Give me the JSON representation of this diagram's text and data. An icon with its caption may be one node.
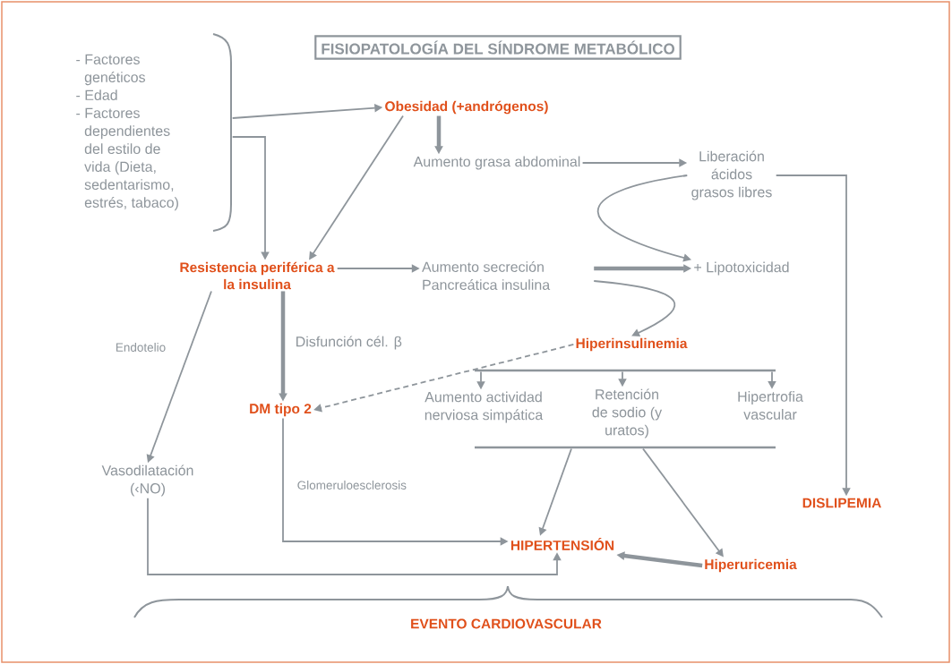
{
  "diagram": {
    "title": "FISIOPATOLOGÍA DEL SÍNDROME METABÓLICO",
    "nodes": [
      {
        "text": [
          "- Factores genéticos",
          "- Edad",
          "- Factores dependientes del estilo de vida (Dieta, sedentarismo, estrés, tabaco)"
        ]
      },
      {
        "text": [
          "Obesidad (+andrógenos)"
        ]
      },
      {
        "text": [
          "Aumento grasa abdominal"
        ]
      },
      {
        "text": [
          "Liberación ácidos grasos libres"
        ]
      },
      {
        "text": [
          "Resistencia periférica a la insulina"
        ]
      },
      {
        "text": [
          "Aumento secreción Pancreática insulina"
        ]
      },
      {
        "text": [
          "+ Lipotoxicidad"
        ]
      },
      {
        "text": [
          "Hiperinsulinemia"
        ]
      },
      {
        "text": [],
        "shape": "bar"
      },
      {
        "text": [
          "DM tipo 2"
        ]
      },
      {
        "text": [
          "Aumento actividad nerviosa simpática"
        ]
      },
      {
        "text": [
          "Retención de sodio (y uratos)"
        ]
      },
      {
        "text": [
          "Hipertrofia vascular"
        ]
      },
      {
        "text": [],
        "shape": "bar"
      },
      {
        "text": [
          "Vasodilatación (‹NO)"
        ]
      },
      {
        "text": [
          "DISLIPEMIA"
        ]
      },
      {
        "text": [
          "HIPERTENSIÓN"
        ]
      },
      {
        "text": [
          "Hiperuricemia"
        ]
      },
      {
        "text": [
          "EVENTO CARDIOVASCULAR"
        ]
      }
    ],
    "edges": [
      {
        "from": 0,
        "to": 1,
        "arrow": "to"
      },
      {
        "from": 0,
        "to": 4,
        "arrow": "to"
      },
      {
        "from": 1,
        "to": 2,
        "arrow": "to",
        "style": "thick"
      },
      {
        "from": 1,
        "to": 4,
        "arrow": "to"
      },
      {
        "from": 2,
        "to": 3,
        "arrow": "to"
      },
      {
        "from": 3,
        "to": 6,
        "arrow": "to"
      },
      {
        "from": 3,
        "to": 15,
        "arrow": "to"
      },
      {
        "from": 4,
        "to": 5,
        "arrow": "to"
      },
      {
        "from": 5,
        "to": 6,
        "arrow": "to",
        "style": "thick"
      },
      {
        "from": 5,
        "to": 7,
        "arrow": "to"
      },
      {
        "from": 4,
        "to": 9,
        "arrow": "to",
        "style": "thick",
        "label": "Disfunción cél. β"
      },
      {
        "from": 7,
        "to": 9,
        "arrow": "to",
        "style": "dashed"
      },
      {
        "from": 8,
        "to": 10,
        "arrow": "to"
      },
      {
        "from": 8,
        "to": 11,
        "arrow": "to"
      },
      {
        "from": 8,
        "to": 12,
        "arrow": "to"
      },
      {
        "from": 4,
        "to": 14,
        "arrow": "to",
        "label": "Endotelio"
      },
      {
        "from": 9,
        "to": 16,
        "arrow": "to",
        "label": "Glomeruloesclerosis"
      },
      {
        "from": 14,
        "to": 16,
        "arrow": "to"
      },
      {
        "from": 13,
        "to": 16,
        "arrow": "to"
      },
      {
        "from": 13,
        "to": 17,
        "arrow": "to"
      },
      {
        "from": 17,
        "to": 16,
        "arrow": "to",
        "style": "thick"
      }
    ]
  }
}
